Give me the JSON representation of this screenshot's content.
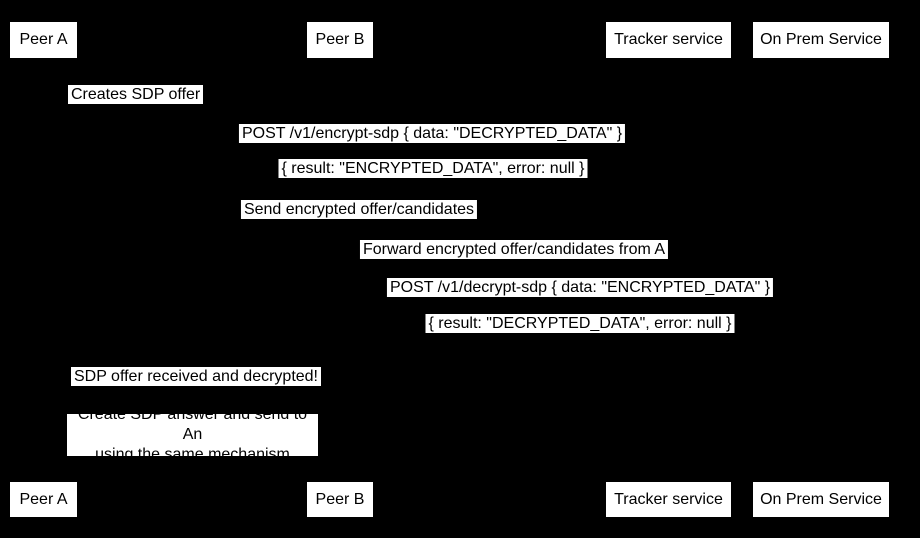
{
  "diagram": {
    "type": "sequence-diagram",
    "colors": {
      "background": "#000000",
      "box_fill": "#ffffff",
      "text": "#000000"
    },
    "actors": [
      {
        "label": "Peer A"
      },
      {
        "label": "Peer B"
      },
      {
        "label": "Tracker service"
      },
      {
        "label": "On Prem Service"
      }
    ],
    "messages": [
      {
        "text": "Creates SDP offer"
      },
      {
        "text": "POST /v1/encrypt-sdp { data: \"DECRYPTED_DATA\" }"
      },
      {
        "text": "{ result: \"ENCRYPTED_DATA\", error: null }"
      },
      {
        "text": "Send encrypted offer/candidates"
      },
      {
        "text": "Forward encrypted offer/candidates from A"
      },
      {
        "text": "POST /v1/decrypt-sdp { data: \"ENCRYPTED_DATA\" }"
      },
      {
        "text": "{ result: \"DECRYPTED_DATA\", error: null }"
      },
      {
        "text": "SDP offer received and decrypted!"
      }
    ],
    "note": {
      "lines": [
        "Create SDP answer and send to An",
        "using the same mechanism"
      ]
    }
  }
}
